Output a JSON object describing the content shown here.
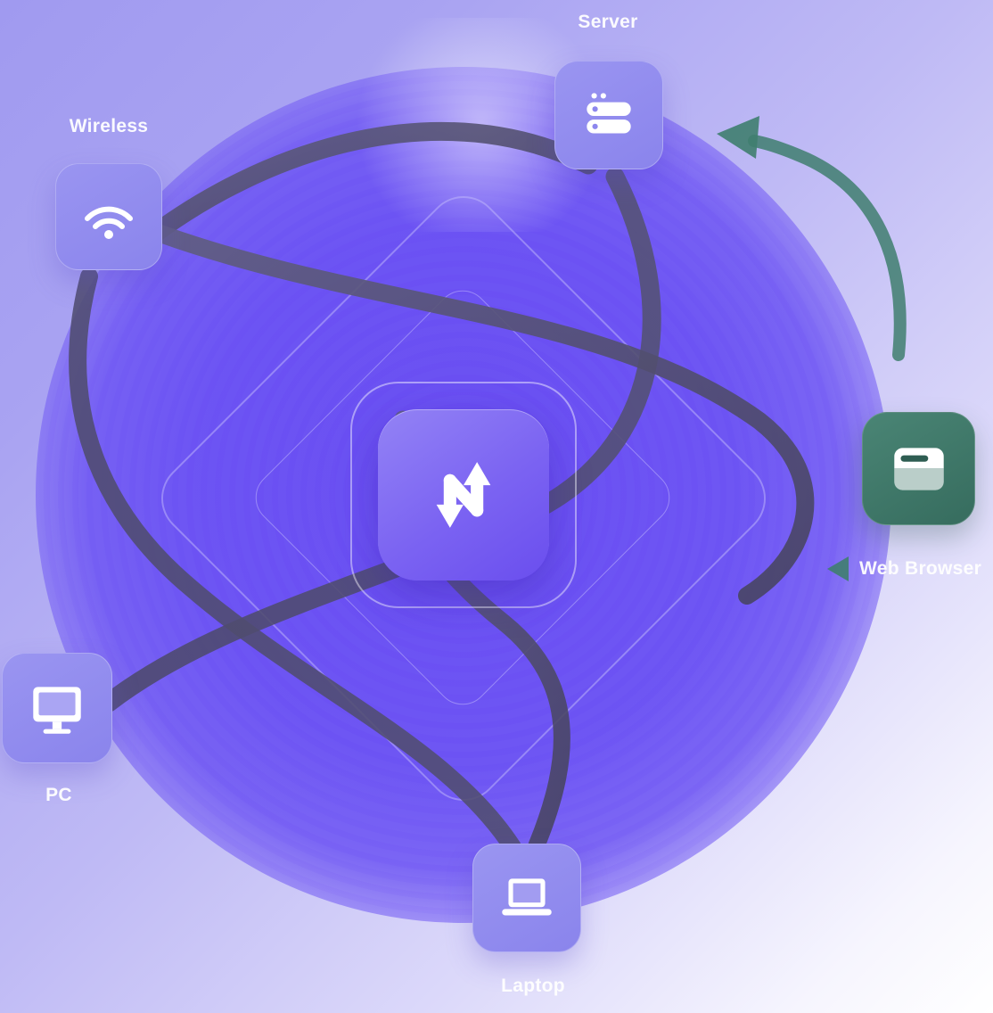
{
  "illustration": {
    "name": "network-data-flow-illustration",
    "center": {
      "icon": "data-transfer-n-icon"
    },
    "nodes": {
      "server": {
        "label": "Server",
        "icon": "server-icon",
        "color": "#908bef"
      },
      "wireless": {
        "label": "Wireless",
        "icon": "wifi-icon",
        "color": "#908bef"
      },
      "browser": {
        "label": "Web Browser",
        "icon": "browser-icon",
        "color": "#3e7c6d"
      },
      "pc": {
        "label": "PC",
        "icon": "monitor-icon",
        "color": "#908bef"
      },
      "laptop": {
        "label": "Laptop",
        "icon": "laptop-icon",
        "color": "#908bef"
      }
    },
    "decor": {
      "teal_arrow_icon": "curved-arrow-icon",
      "glow_color": "#6a4ff0",
      "curve_color": "#54516f",
      "label_color": "#ffffff"
    }
  }
}
